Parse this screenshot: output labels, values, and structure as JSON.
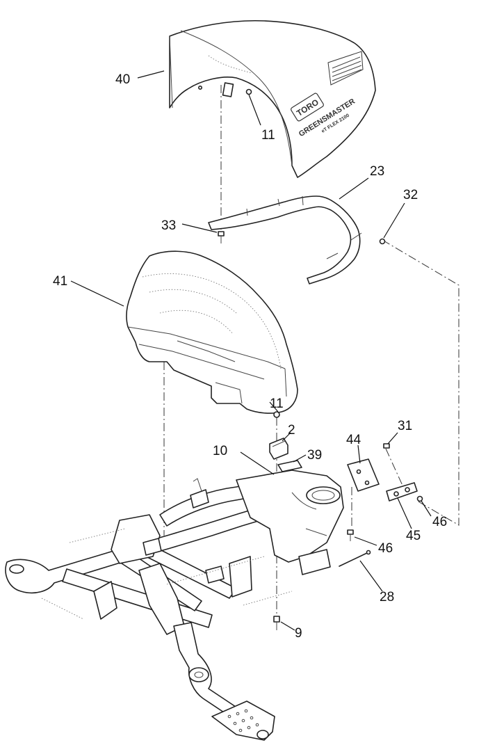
{
  "callouts": [
    {
      "id": "40",
      "label": "40"
    },
    {
      "id": "11a",
      "label": "11"
    },
    {
      "id": "23",
      "label": "23"
    },
    {
      "id": "32",
      "label": "32"
    },
    {
      "id": "33",
      "label": "33"
    },
    {
      "id": "41",
      "label": "41"
    },
    {
      "id": "11b",
      "label": "11"
    },
    {
      "id": "2",
      "label": "2"
    },
    {
      "id": "10",
      "label": "10"
    },
    {
      "id": "39",
      "label": "39"
    },
    {
      "id": "44",
      "label": "44"
    },
    {
      "id": "31",
      "label": "31"
    },
    {
      "id": "46a",
      "label": "46"
    },
    {
      "id": "45",
      "label": "45"
    },
    {
      "id": "46b",
      "label": "46"
    },
    {
      "id": "28",
      "label": "28"
    },
    {
      "id": "9",
      "label": "9"
    }
  ],
  "hood": {
    "brand": "TORO",
    "model": "GREENSMASTER",
    "model_sub": "eT FLEX 2100"
  },
  "colors": {
    "line": "#222222",
    "background": "#ffffff"
  }
}
